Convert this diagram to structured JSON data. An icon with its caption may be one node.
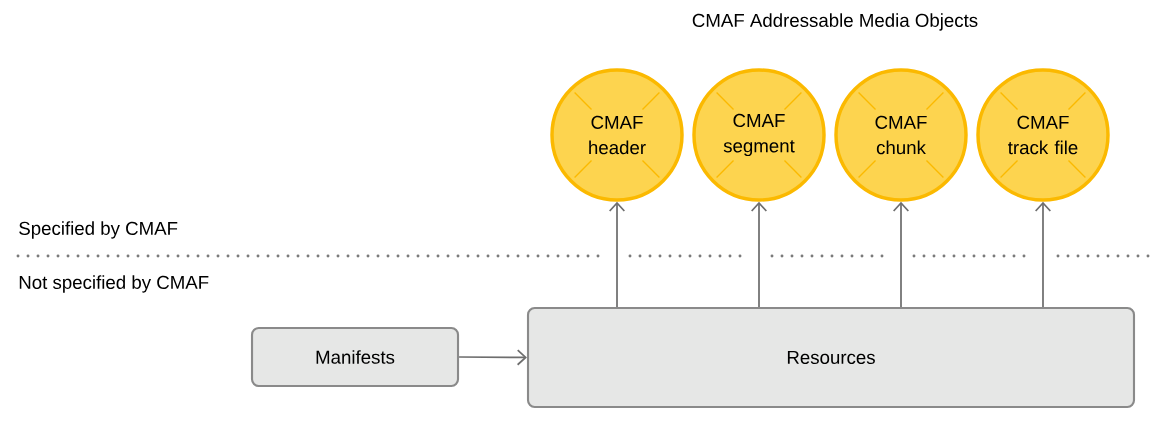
{
  "diagram": {
    "nodes": [
      {
        "text": [
          "Manifests"
        ]
      },
      {
        "text": [
          "Resources"
        ]
      },
      {
        "text": [
          "CMAF header"
        ]
      },
      {
        "text": [
          "CMAF segment"
        ]
      },
      {
        "text": [
          "CMAF chunk"
        ]
      },
      {
        "text": [
          "CMAF track file"
        ]
      }
    ],
    "edges": [
      {
        "from": 0,
        "to": 1,
        "arrow": "to"
      },
      {
        "from": 1,
        "to": 2,
        "arrow": "to"
      },
      {
        "from": 1,
        "to": 3,
        "arrow": "to"
      },
      {
        "from": 1,
        "to": 4,
        "arrow": "to"
      },
      {
        "from": 1,
        "to": 5,
        "arrow": "to"
      }
    ],
    "labels": [
      "CMAF Addressable Media Objects",
      "Specified by CMAF",
      "Not specified by CMAF"
    ]
  }
}
